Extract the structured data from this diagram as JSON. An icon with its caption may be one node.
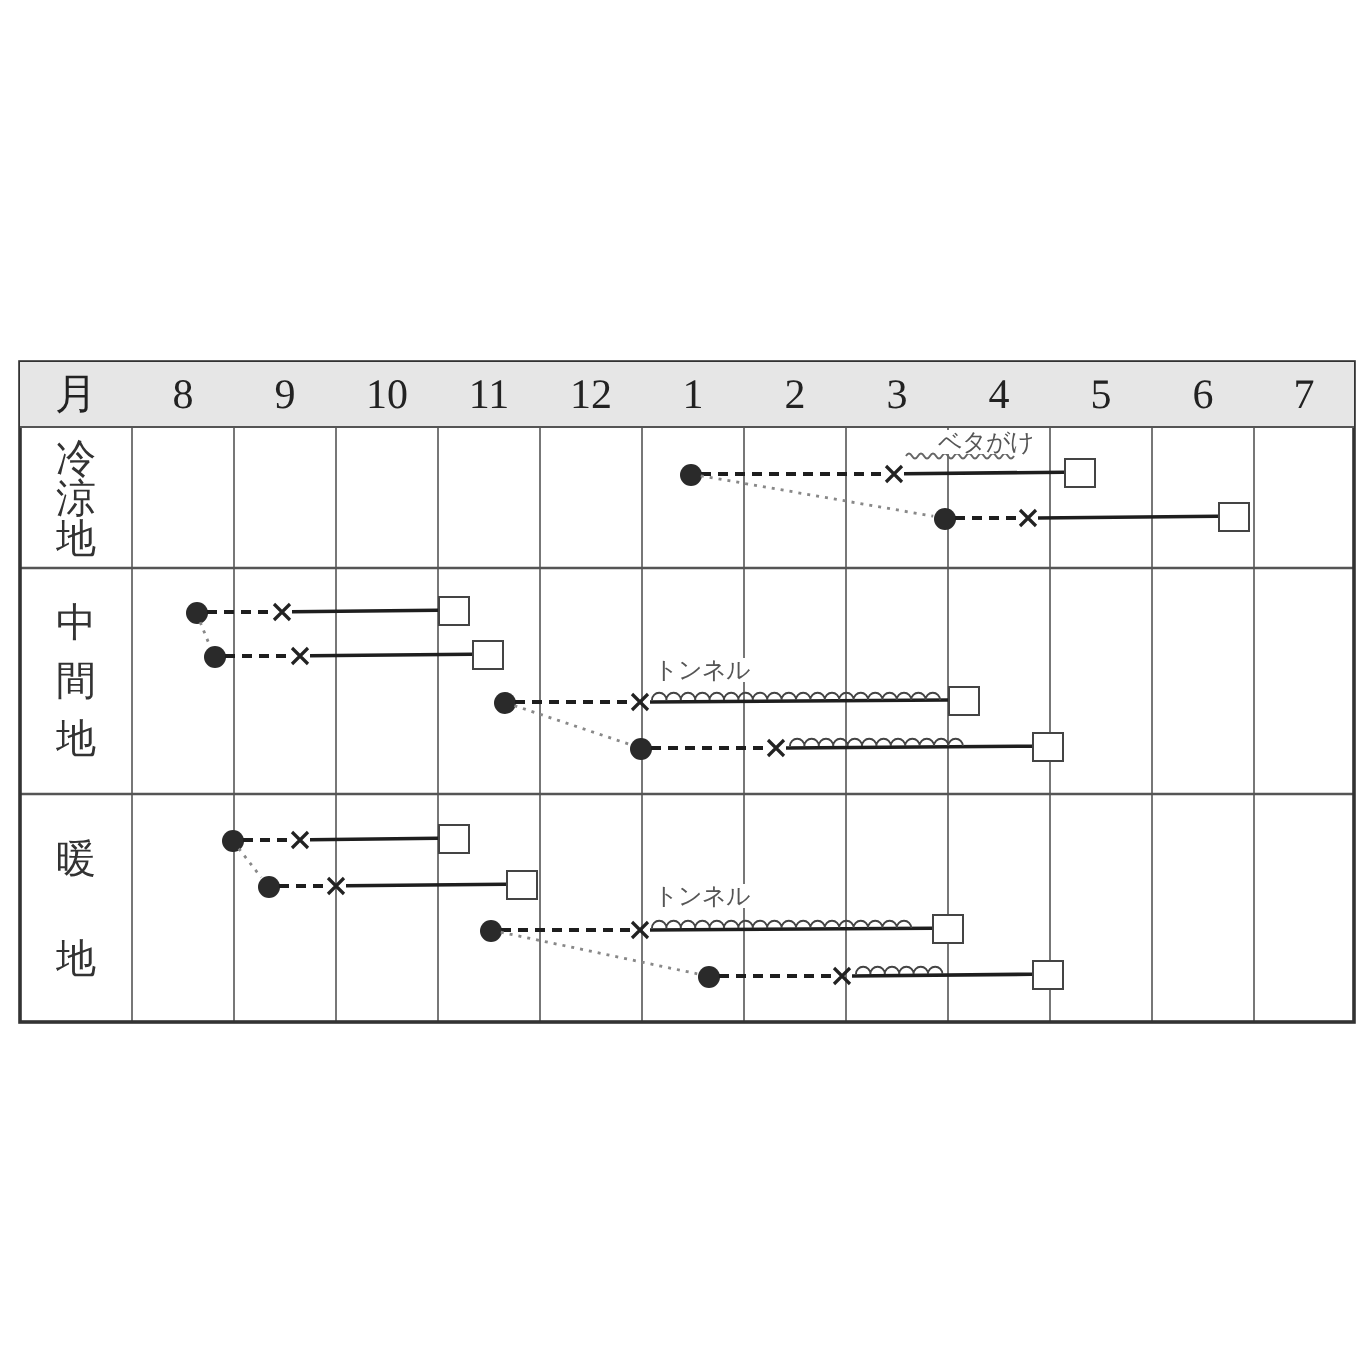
{
  "diagram": {
    "nodes": [
      {
        "text": [],
        "shape": "circle"
      },
      {
        "text": [],
        "shape": "cross"
      },
      {
        "text": [],
        "shape": "box"
      },
      {
        "text": [],
        "shape": "circle"
      },
      {
        "text": [],
        "shape": "cross"
      },
      {
        "text": [],
        "shape": "box"
      },
      {
        "text": [],
        "shape": "circle"
      },
      {
        "text": [],
        "shape": "cross"
      },
      {
        "text": [],
        "shape": "box"
      },
      {
        "text": [],
        "shape": "circle"
      },
      {
        "text": [],
        "shape": "cross"
      },
      {
        "text": [],
        "shape": "box"
      },
      {
        "text": [],
        "shape": "circle"
      },
      {
        "text": [],
        "shape": "cross"
      },
      {
        "text": [],
        "shape": "box"
      },
      {
        "text": [],
        "shape": "circle"
      },
      {
        "text": [],
        "shape": "cross"
      },
      {
        "text": [],
        "shape": "box"
      },
      {
        "text": [],
        "shape": "circle"
      },
      {
        "text": [],
        "shape": "cross"
      },
      {
        "text": [],
        "shape": "box"
      },
      {
        "text": [],
        "shape": "circle"
      },
      {
        "text": [],
        "shape": "cross"
      },
      {
        "text": [],
        "shape": "box"
      },
      {
        "text": [],
        "shape": "circle"
      },
      {
        "text": [],
        "shape": "cross"
      },
      {
        "text": [],
        "shape": "box"
      },
      {
        "text": [],
        "shape": "circle"
      },
      {
        "text": [],
        "shape": "cross"
      },
      {
        "text": [],
        "shape": "box"
      }
    ],
    "edges": [
      {
        "from": 0,
        "to": 1,
        "arrow": "none",
        "style": "dashed"
      },
      {
        "from": 1,
        "to": 2,
        "arrow": "none",
        "label": "ベタがけ"
      },
      {
        "from": 3,
        "to": 4,
        "arrow": "none",
        "style": "dashed"
      },
      {
        "from": 4,
        "to": 5,
        "arrow": "none"
      },
      {
        "from": 0,
        "to": 3,
        "arrow": "none",
        "style": "dashed",
        "color": "#888888"
      },
      {
        "from": 6,
        "to": 7,
        "arrow": "none",
        "style": "dashed"
      },
      {
        "from": 7,
        "to": 8,
        "arrow": "none"
      },
      {
        "from": 9,
        "to": 10,
        "arrow": "none",
        "style": "dashed"
      },
      {
        "from": 10,
        "to": 11,
        "arrow": "none"
      },
      {
        "from": 6,
        "to": 9,
        "arrow": "none",
        "style": "dashed",
        "color": "#888888"
      },
      {
        "from": 12,
        "to": 13,
        "arrow": "none",
        "style": "dashed"
      },
      {
        "from": 13,
        "to": 14,
        "arrow": "none",
        "label": "トンネル"
      },
      {
        "from": 15,
        "to": 16,
        "arrow": "none",
        "style": "dashed"
      },
      {
        "from": 16,
        "to": 17,
        "arrow": "none"
      },
      {
        "from": 12,
        "to": 15,
        "arrow": "none",
        "style": "dashed",
        "color": "#888888"
      },
      {
        "from": 18,
        "to": 19,
        "arrow": "none",
        "style": "dashed"
      },
      {
        "from": 19,
        "to": 20,
        "arrow": "none"
      },
      {
        "from": 21,
        "to": 22,
        "arrow": "none",
        "style": "dashed"
      },
      {
        "from": 22,
        "to": 23,
        "arrow": "none"
      },
      {
        "from": 18,
        "to": 21,
        "arrow": "none",
        "style": "dashed",
        "color": "#888888"
      },
      {
        "from": 24,
        "to": 25,
        "arrow": "none",
        "style": "dashed"
      },
      {
        "from": 25,
        "to": 26,
        "arrow": "none",
        "label": "トンネル"
      },
      {
        "from": 27,
        "to": 28,
        "arrow": "none",
        "style": "dashed"
      },
      {
        "from": 28,
        "to": 29,
        "arrow": "none"
      },
      {
        "from": 24,
        "to": 27,
        "arrow": "none",
        "style": "dashed",
        "color": "#888888"
      }
    ],
    "labels": [
      "月",
      "8",
      "9",
      "10",
      "11",
      "12",
      "1",
      "2",
      "3",
      "4",
      "5",
      "6",
      "7",
      "冷涼地",
      "中間地",
      "暖地"
    ]
  }
}
